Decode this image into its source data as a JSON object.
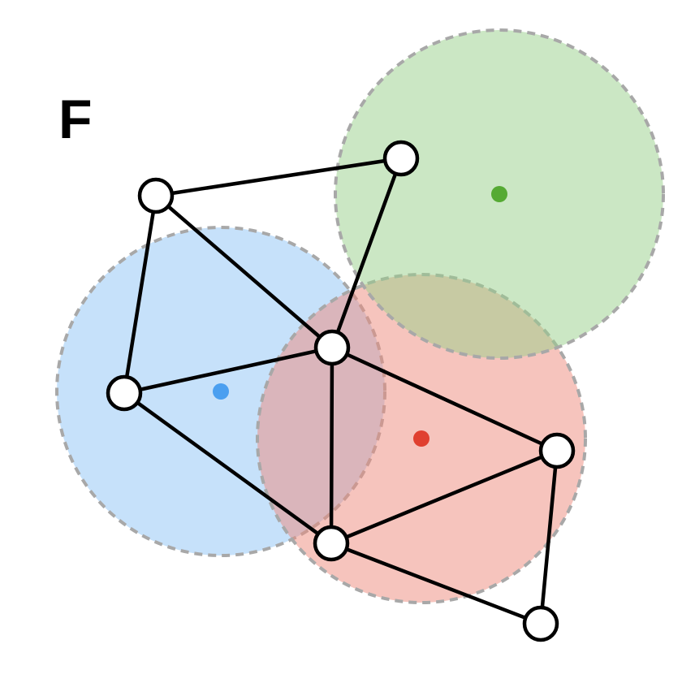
{
  "panel_label": "F",
  "regions": [
    {
      "name": "blue-region",
      "fill": "#8ec3f5",
      "center_color": "#4a9ff0",
      "opacity": 0.5
    },
    {
      "name": "red-region",
      "fill": "#ee8a7c",
      "center_color": "#e04030",
      "opacity": 0.5
    },
    {
      "name": "green-region",
      "fill": "#98d08a",
      "center_color": "#55aa33",
      "opacity": 0.5
    }
  ],
  "nodes": [
    "n1",
    "n2",
    "n3",
    "n4",
    "n5",
    "n6",
    "n7"
  ],
  "edges": [
    [
      "n1",
      "n2"
    ],
    [
      "n1",
      "n3"
    ],
    [
      "n1",
      "n4"
    ],
    [
      "n2",
      "n3"
    ],
    [
      "n4",
      "n3"
    ],
    [
      "n4",
      "n5"
    ],
    [
      "n3",
      "n5"
    ],
    [
      "n3",
      "n6"
    ],
    [
      "n5",
      "n6"
    ],
    [
      "n5",
      "n7"
    ],
    [
      "n6",
      "n7"
    ]
  ],
  "colors": {
    "edge": "#000000",
    "node_fill": "#ffffff",
    "node_stroke": "#000000",
    "region_stroke": "#a8a8a8"
  }
}
